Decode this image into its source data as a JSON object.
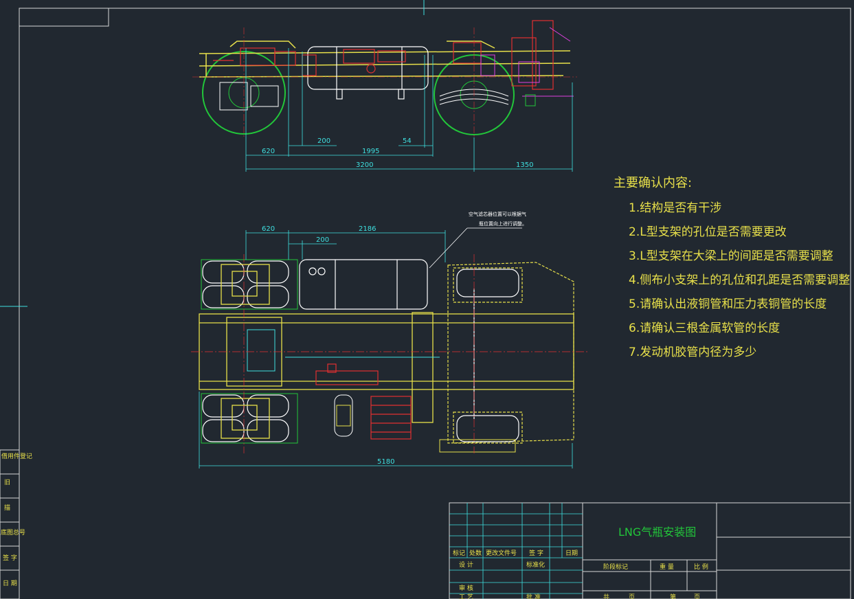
{
  "notes": {
    "heading": "主要确认内容:",
    "items": [
      "1.结构是否有干涉",
      "2.L型支架的孔位是否需要更改",
      "3.L型支架在大梁上的间距是否需要调整",
      "4.侧布小支架上的孔位和孔距是否需要调整",
      "5.请确认出液铜管和压力表铜管的长度",
      "6.请确认三根金属软管的长度",
      "7.发动机胶管内径为多少"
    ]
  },
  "dimensions": {
    "side_view": {
      "d620": "620",
      "d200": "200",
      "d1995": "1995",
      "d54": "54",
      "d3200": "3200",
      "d1350": "1350"
    },
    "top_view": {
      "d620": "620",
      "d2186": "2186",
      "d200": "200",
      "d5180": "5180"
    }
  },
  "callout": {
    "line1": "空气滤芯器位置可以根据气",
    "line2": "瓶位置向上进行调整。"
  },
  "title_block": {
    "drawing_title": "LNG气瓶安装图",
    "header_cells": [
      "标记",
      "处数",
      "更改文件号",
      "签 字",
      "日期"
    ],
    "design": "设 计",
    "standardization": "标准化",
    "stage_mark": "阶段标记",
    "weight": "重 量",
    "scale": "比 例",
    "review": "审 核",
    "process": "工 艺",
    "approve": "批 准",
    "sheets_total": "共",
    "sheets_page": "页",
    "sheet_no": "第",
    "sheet_page2": "页"
  },
  "left_strip": {
    "labels": [
      "借用件登记",
      "旧",
      "描",
      "底图总号",
      "签 字",
      "日 期"
    ]
  },
  "colors": {
    "background": "#212830",
    "border": "#d8d8d8",
    "dimension": "#3ee0e0",
    "note_text": "#e8e04a",
    "frame_yellow": "#e8e04a",
    "tank_white": "#ffffff",
    "wheel_green": "#22c63a",
    "part_red": "#e23030",
    "part_magenta": "#e040e0",
    "title_green": "#22c63a"
  }
}
